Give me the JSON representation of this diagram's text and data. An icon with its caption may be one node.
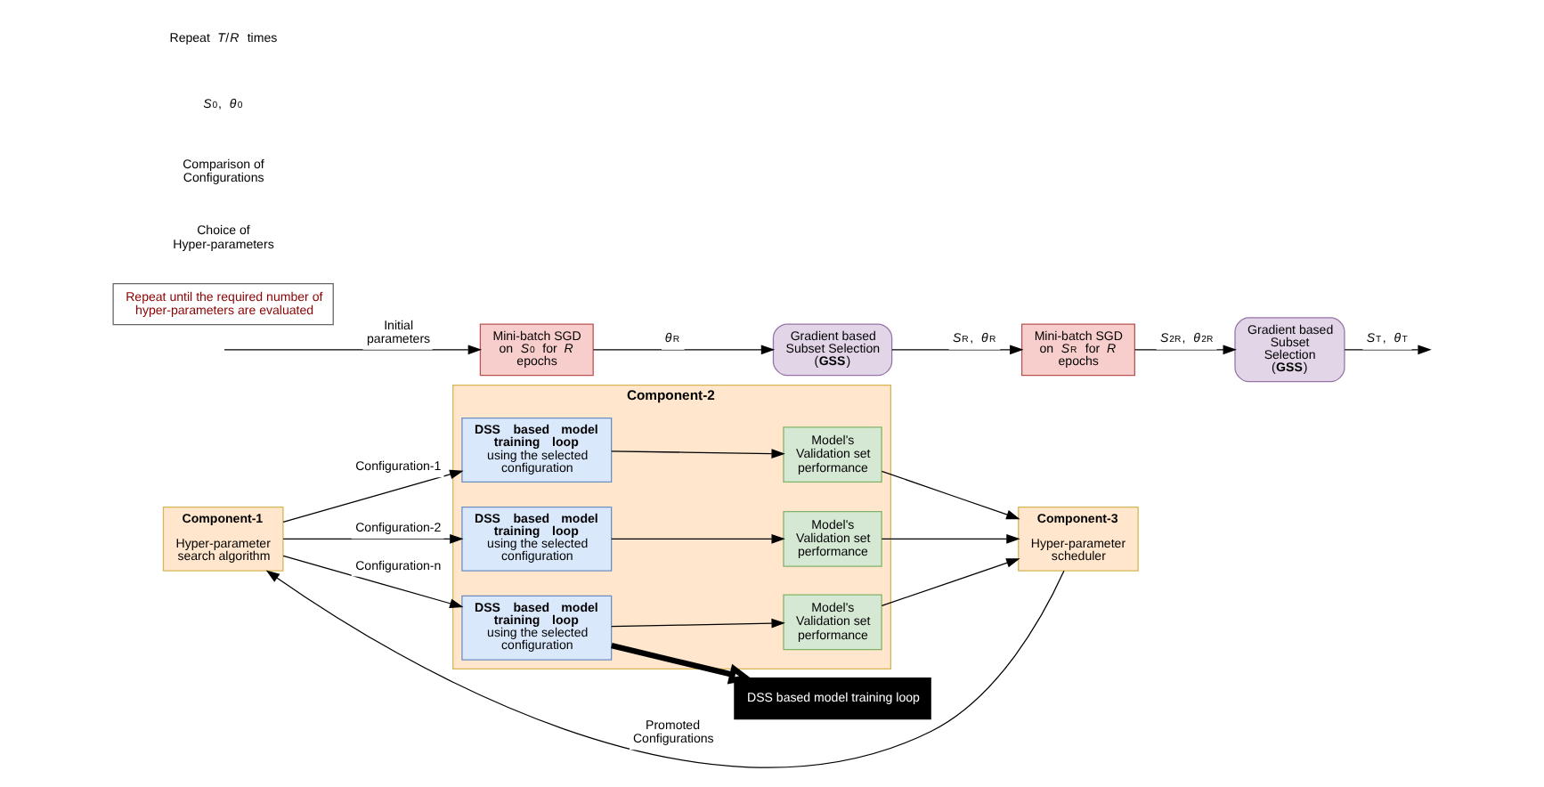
{
  "diagram": {
    "nodes": [
      {
        "text": [
          "Component-1",
          "Hyper-parameter search algorithm"
        ]
      },
      {
        "text": [
          "Component-2"
        ]
      },
      {
        "text": [
          "**DSS based model training loop** using the selected configuration"
        ],
        "in": 1
      },
      {
        "text": [
          "Model's Validation set performance"
        ],
        "in": 1
      },
      {
        "text": [
          "**DSS based model training loop** using the selected configuration"
        ],
        "in": 1
      },
      {
        "text": [
          "Model's Validation set performance"
        ],
        "in": 1
      },
      {
        "text": [
          "**DSS based model training loop** using the selected configuration"
        ],
        "in": 1
      },
      {
        "text": [
          "Model's Validation set performance"
        ],
        "in": 1
      },
      {
        "text": [
          "Component-3",
          "Hyper-parameter scheduler"
        ]
      },
      {
        "text": [
          "DSS based model training loop"
        ]
      },
      {
        "text": [
          "Mini-batch SGD on *S*$_{0}$ for *R* epochs"
        ]
      },
      {
        "text": [
          "Gradient based Subset Selection (**GSS**)"
        ]
      },
      {
        "text": [
          "Mini-batch SGD on *S*$_{R}$ for *R* epochs"
        ]
      },
      {
        "text": [
          "Gradient based Subset Selection (**GSS**)"
        ]
      },
      {
        "text": [
          "Repeat until the required number of hyper-parameters are evaluated"
        ]
      }
    ],
    "edges": [
      {
        "from": 0,
        "to": 2,
        "arrow": "to",
        "label": "Configuration-1"
      },
      {
        "from": 0,
        "to": 4,
        "arrow": "to",
        "label": "Configuration-2"
      },
      {
        "from": 0,
        "to": 6,
        "arrow": "to",
        "label": "Configuration-n"
      },
      {
        "from": 2,
        "to": 3,
        "arrow": "to"
      },
      {
        "from": 4,
        "to": 5,
        "arrow": "to"
      },
      {
        "from": 6,
        "to": 7,
        "arrow": "to"
      },
      {
        "from": 3,
        "to": 8,
        "arrow": "to"
      },
      {
        "from": 5,
        "to": 8,
        "arrow": "to"
      },
      {
        "from": 7,
        "to": 8,
        "arrow": "to"
      },
      {
        "from": 8,
        "to": 0,
        "arrow": "to",
        "label": "Promoted Configurations"
      },
      {
        "from": 6,
        "to": 9,
        "arrow": "to",
        "style": "thick"
      },
      {
        "from": null,
        "to": 10,
        "arrow": "to",
        "label": "Initial parameters"
      },
      {
        "from": 10,
        "to": 11,
        "arrow": "to",
        "label": "*θ*$_{R}$"
      },
      {
        "from": 11,
        "to": 12,
        "arrow": "to",
        "label": "*S*$_{R}$, *θ*$_{R}$"
      },
      {
        "from": 12,
        "to": 13,
        "arrow": "to",
        "label": "*S*$_{2R}$, *θ*$_{2R}$"
      },
      {
        "from": 13,
        "to": null,
        "arrow": "to",
        "label": "*S*$_{T}$, *θ*$_{T}$"
      }
    ],
    "labels": [
      "Choice of Hyper-parameters",
      "Comparison of Configurations",
      "*S*$_{0}$, *θ*$_{0}$",
      "Repeat *T*/*R* times"
    ]
  }
}
